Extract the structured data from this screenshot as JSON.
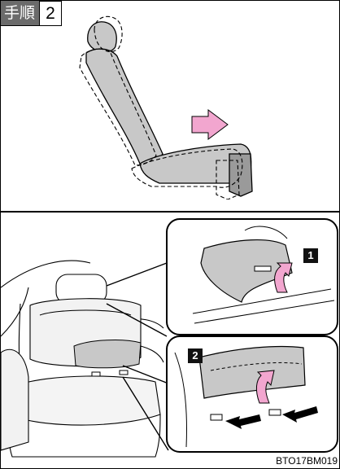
{
  "step": {
    "label": "手順",
    "number": "2"
  },
  "figure_code": "BTO17BM019",
  "callouts": [
    {
      "number": "1"
    },
    {
      "number": "2"
    }
  ],
  "colors": {
    "arrow": "#f2a6cf",
    "seat_fill": "#c8c8c8",
    "step_label_bg": "#6b6b6b"
  }
}
